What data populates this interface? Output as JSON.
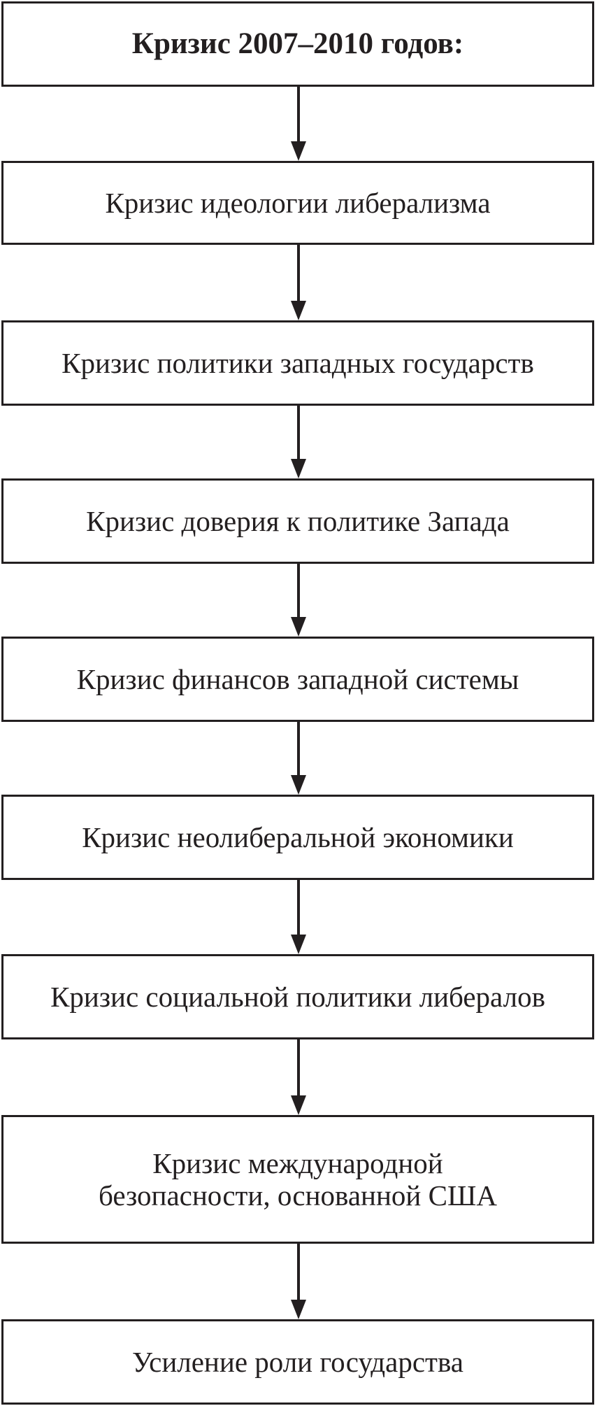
{
  "diagram": {
    "title": "Кризис 2007–2010 годов:",
    "steps": [
      "Кризис идеологии либерализма",
      "Кризис политики западных государств",
      "Кризис доверия к политике Запада",
      "Кризис финансов западной системы",
      "Кризис неолиберальной экономики",
      "Кризис социальной политики либералов",
      "Кризис международной безопасности, основанной США",
      "Усиление роли государства"
    ]
  }
}
